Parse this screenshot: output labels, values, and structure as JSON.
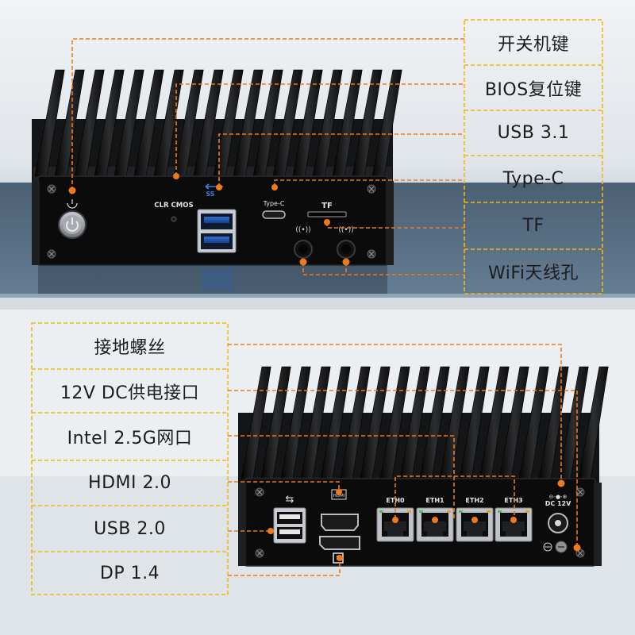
{
  "front": {
    "callouts": [
      {
        "id": "power",
        "label": "开关机键"
      },
      {
        "id": "bios",
        "label": "BIOS复位键"
      },
      {
        "id": "usb31",
        "label": "USB 3.1"
      },
      {
        "id": "typec",
        "label": "Type-C"
      },
      {
        "id": "tf",
        "label": "TF"
      },
      {
        "id": "wifi",
        "label": "WiFi天线孔"
      }
    ],
    "panel_text": {
      "clr_cmos": "CLR CMOS",
      "type_c": "Type-C",
      "tf": "TF"
    }
  },
  "rear": {
    "callouts": [
      {
        "id": "ground",
        "label": "接地螺丝"
      },
      {
        "id": "dc",
        "label": "12V DC供电接口"
      },
      {
        "id": "lan",
        "label": "Intel 2.5G网口"
      },
      {
        "id": "hdmi",
        "label": "HDMI 2.0"
      },
      {
        "id": "usb20",
        "label": "USB 2.0"
      },
      {
        "id": "dp",
        "label": "DP 1.4"
      }
    ],
    "panel_text": {
      "eth0": "ETH0",
      "eth1": "ETH1",
      "eth2": "ETH2",
      "eth3": "ETH3",
      "dc": "DC 12V",
      "hdmi_icon": "HDMI"
    }
  },
  "colors": {
    "accent": "#f07a1a",
    "frame": "#f2b80f",
    "chassis": "#18191b",
    "panel": "#0b0b0b"
  }
}
